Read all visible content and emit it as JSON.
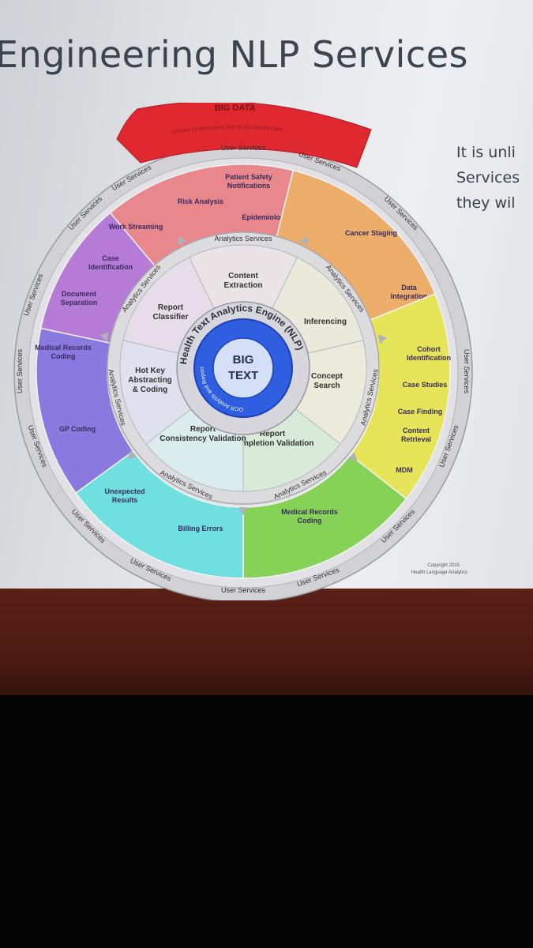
{
  "slide": {
    "title": "Engineering NLP Services",
    "side_lines": [
      "It is unli",
      "Services",
      "they wil"
    ]
  },
  "diagram": {
    "banner_title": "BIG DATA",
    "banner_subtitle": "Convert Unstructured Text to Structured Data",
    "outer_ring_label": "User Services",
    "inner_ring_label": "Analytics Services",
    "engine_label": "Health Text Analytics Engine (NLP)",
    "core_label_1": "BIG",
    "core_label_2": "TEXT",
    "core_sub_label": "OCR Analysis and Report",
    "copyright_1": "Copyright 2015",
    "copyright_2": "Health Language Analytics",
    "segments": [
      {
        "color": "#e9888c",
        "items": [
          "Patient Safety Notifications",
          "Risk Analysis",
          "Epidemiology"
        ]
      },
      {
        "color": "#ecae6a",
        "items": [
          "Cancer Staging",
          "Data Integration"
        ]
      },
      {
        "color": "#e6e55a",
        "items": [
          "Cohort Identification",
          "Case Studies",
          "Case Finding",
          "Content Retrieval",
          "MDM"
        ]
      },
      {
        "color": "#86d256",
        "items": [
          "Medical Records Coding"
        ]
      },
      {
        "color": "#6fdfe0",
        "items": [
          "Unexpected Results",
          "Billing Errors"
        ]
      },
      {
        "color": "#8a7ae0",
        "items": [
          "Medical Records Coding",
          "GP Coding"
        ]
      },
      {
        "color": "#b57bd6",
        "items": [
          "Work Streaming",
          "Case Identification",
          "Document Separation"
        ]
      }
    ],
    "inner_segments": [
      {
        "label": "Content Extraction",
        "color": "#eae4e6"
      },
      {
        "label": "Inferencing",
        "color": "#e9eadc"
      },
      {
        "label": "Concept Search",
        "color": "#eceadb"
      },
      {
        "label": "Report Completion Validation",
        "color": "#d8ead8"
      },
      {
        "label": "Report Consistency Validation",
        "color": "#dbecec"
      },
      {
        "label": "Hot Key Abstracting & Coding",
        "color": "#e0e1ee"
      },
      {
        "label": "Report Classifier",
        "color": "#e6dde9"
      }
    ]
  }
}
